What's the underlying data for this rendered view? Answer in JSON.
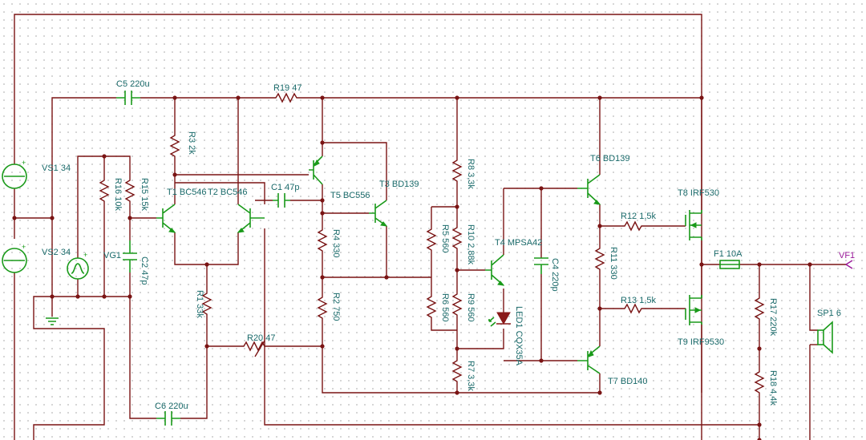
{
  "labels": {
    "vs1": "VS1 34",
    "vs2": "VS2 34",
    "vg1": "VG1",
    "c5": "C5 220u",
    "r19": "R19 47",
    "r3": "R3 2k",
    "r16": "R16 10k",
    "r15": "R15 15k",
    "t1": "T1 BC546",
    "t2": "T2 BC546",
    "c2": "C2 47p",
    "r1": "R1 33k",
    "c1": "C1 47p",
    "t5": "T5 BC556",
    "t3": "T3 BD139",
    "r4": "R4 330",
    "r2": "R2 750",
    "r20": "R20 47",
    "c6": "C6 220u",
    "r8": "R8 3,3k",
    "r5": "R5 560",
    "r10": "R10 2,88k",
    "t4": "T4 MPSA42",
    "r6": "R6 560",
    "r9": "R9 560",
    "r7": "R7 3,3k",
    "led1": "LED1 CQX35A",
    "c4": "C4 220p",
    "t6": "T6 BD139",
    "r12": "R12 1,5k",
    "t8": "T8 IRF530",
    "r11": "R11 330",
    "r13": "R13 1,5k",
    "t9": "T9 IRF9530",
    "t7": "T7 BD140",
    "f1": "F1 10A",
    "vf1": "VF1",
    "r17": "R17 220k",
    "sp1": "SP1 6",
    "r18": "R18 4,4k"
  },
  "colors": {
    "wire": "#7a1414",
    "component": "#1a9a1a",
    "label": "#1a6a6a",
    "terminal": "#9a1a9a"
  }
}
